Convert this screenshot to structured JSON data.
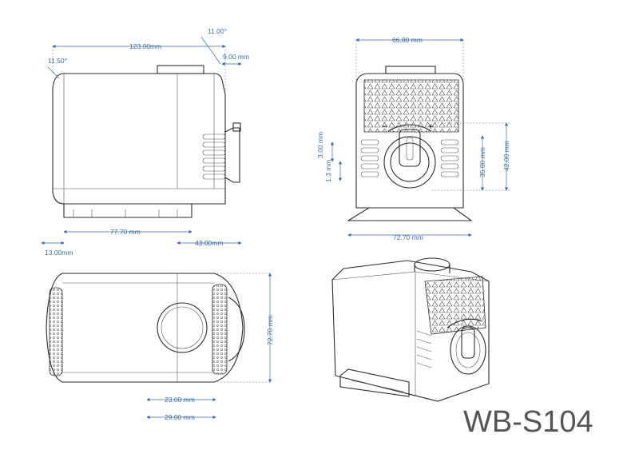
{
  "model": "WB-S104",
  "colors": {
    "dimension": "#3a6ea5",
    "outline": "#2b2b2b",
    "label": "#555555"
  },
  "dimensions": {
    "side": {
      "overall_length": "123.00mm",
      "top_angle": "11.00°",
      "outlet_offset": "9.00 mm",
      "left_angle": "11.50°",
      "base_length": "77.70 mm",
      "outlet_length": "43.00mm",
      "base_overhang": "13.00mm"
    },
    "front": {
      "width": "66.80 mm",
      "base_width": "72.70 mm",
      "gap_small": "3.00 mm",
      "gap_tiny": "1.3 mm",
      "inlet_height": "35.00 mm",
      "overall_height": "42.00 mm"
    },
    "top": {
      "depth": "72.70 mm",
      "inner_diameter": "23.00 mm",
      "outer_diameter": "29.00 mm"
    }
  }
}
